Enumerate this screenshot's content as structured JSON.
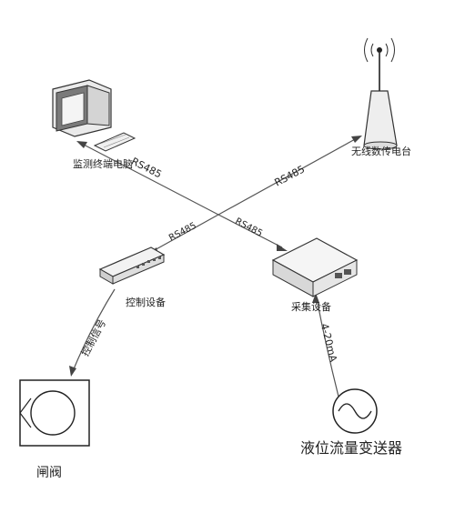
{
  "nodes": {
    "monitor_pc": {
      "label": "监测终端电脑"
    },
    "radio_station": {
      "label": "无线数传电台"
    },
    "control_device": {
      "label": "控制设备"
    },
    "acquisition_device": {
      "label": "采集设备"
    },
    "gate_valve": {
      "label": "闸阀"
    },
    "level_flow_transmitter": {
      "label": "液位流量变送器"
    }
  },
  "links": {
    "pc_link": "RS485",
    "radio_link": "RS485",
    "control_link": "RS485",
    "acq_link": "RS485",
    "control_to_valve": "控制信号",
    "transmitter_to_acq": "4-20mA"
  }
}
